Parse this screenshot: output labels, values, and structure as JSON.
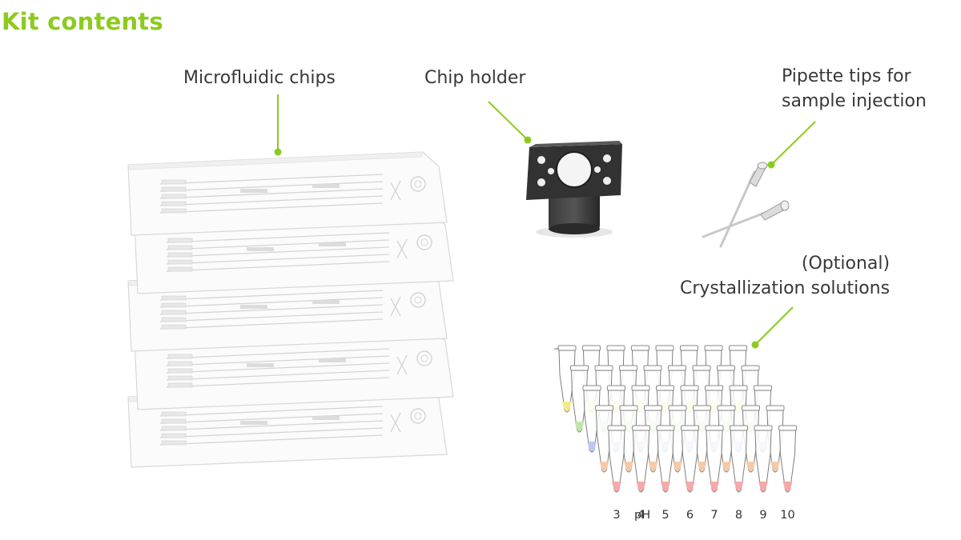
{
  "title": "Kit contents",
  "labels": {
    "chips": "Microfluidic chips",
    "holder": "Chip holder",
    "tips_line1": "Pipette tips for",
    "tips_line2": "sample injection",
    "cryst_line1": "(Optional)",
    "cryst_line2": "Crystallization solutions"
  },
  "ph": {
    "prefix": "pH",
    "values": [
      "3",
      "4",
      "5",
      "6",
      "7",
      "8",
      "9",
      "10"
    ]
  },
  "colors": {
    "accent": "#8ccb1e",
    "text": "#383838",
    "holder": "#2e2e2e",
    "tube_fill_rows": [
      "#f3ea8a",
      "#bfe6a8",
      "#b9c9f1",
      "#f6caa8",
      "#f5a9a8"
    ]
  },
  "icons": [
    "microfluidic-chip-icon",
    "chip-holder-icon",
    "pipette-tip-icon",
    "pcr-tube-icon"
  ]
}
